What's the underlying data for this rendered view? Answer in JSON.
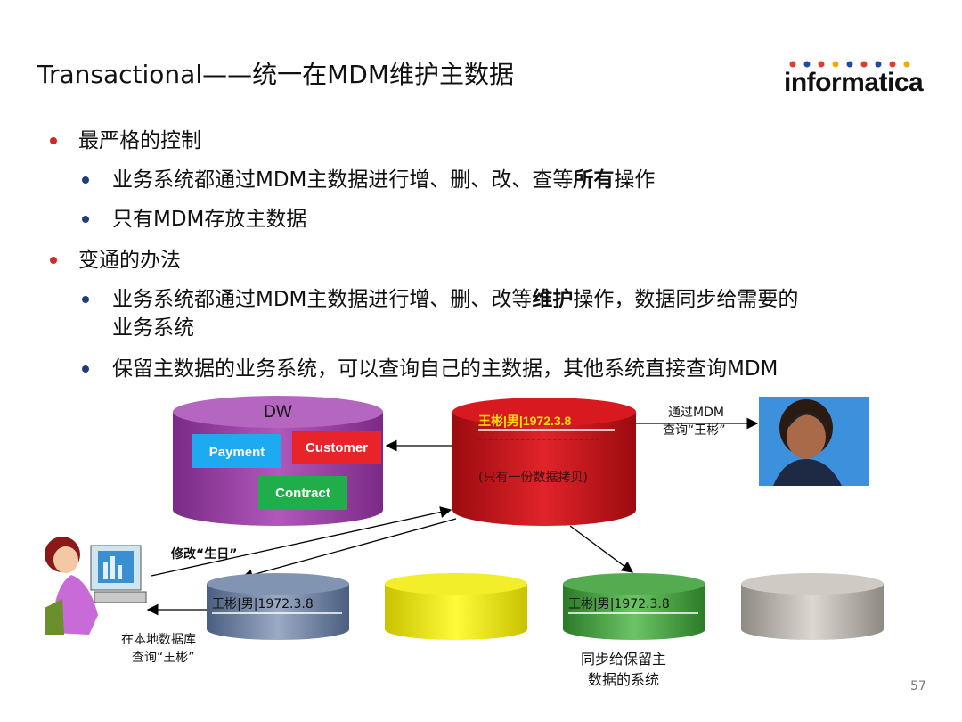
{
  "title": "Transactional——统一在MDM维护主数据",
  "logo": {
    "text": "informatica",
    "dot_colors": [
      "#e23b2e",
      "#1f4aa8",
      "#e23b2e",
      "#f2a900",
      "#1f4aa8",
      "#e23b2e",
      "#1f4aa8",
      "#e23b2e",
      "#f2a900"
    ]
  },
  "bullets": [
    {
      "level": 1,
      "text": "最严格的控制"
    },
    {
      "level": 2,
      "pre": "业务系统都通过MDM主数据进行增、删、改、查等",
      "bold": "所有",
      "post": "操作"
    },
    {
      "level": 2,
      "text": "只有MDM存放主数据"
    },
    {
      "level": 1,
      "text": "变通的办法"
    },
    {
      "level": 2,
      "pre": "业务系统都通过MDM主数据进行增、删、改等",
      "bold": "维护",
      "post": "操作，数据同步给需要的",
      "line2": "业务系统"
    },
    {
      "level": 2,
      "text": "保留主数据的业务系统，可以查询自己的主数据，其他系统直接查询MDM"
    }
  ],
  "diagram": {
    "dw": {
      "label": "DW",
      "boxes": [
        "Payment",
        "Customer",
        "Contract"
      ]
    },
    "mdm": {
      "record": "王彬|男|1972.3.8",
      "note": "(只有一份数据拷贝)"
    },
    "query_mdm_label": [
      "通过MDM",
      "查询“王彬”"
    ],
    "modify_label": "修改“生日”",
    "local_query_label": [
      "在本地数据库",
      "查询“王彬”"
    ],
    "local_record": "王彬|男|1972.3.8",
    "synced_record": "王彬|男|1972.3.8",
    "sync_label": [
      "同步给保留主",
      "数据的系统"
    ],
    "colors": {
      "dw": "#9b3fa6",
      "mdm": "#c41016",
      "slate": "#6a7fa0",
      "yellow": "#e6e000",
      "green": "#3e9b3a",
      "gray": "#b7b2aa",
      "payment": "#1eaaf0",
      "customer": "#e8232a",
      "contract": "#1fae4a"
    }
  },
  "page_number": "57"
}
